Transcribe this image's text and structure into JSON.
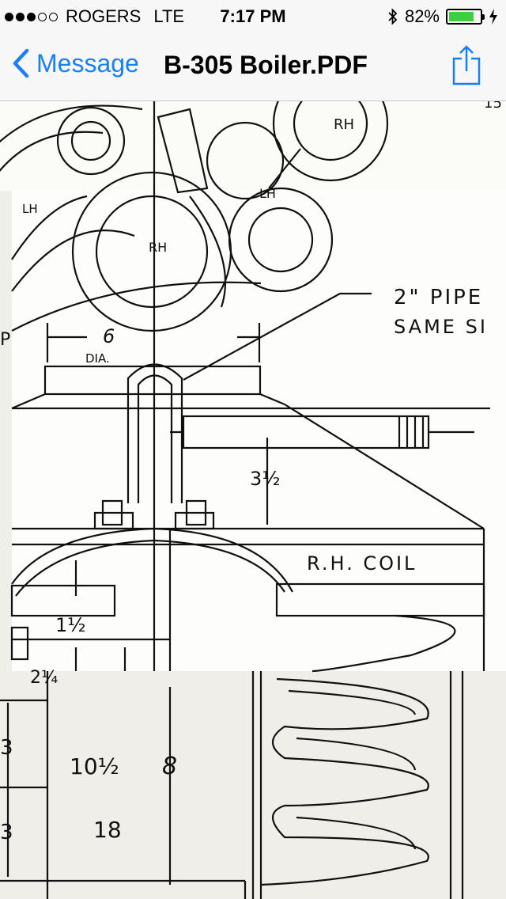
{
  "status_bar": {
    "signal": {
      "filled": 3,
      "total": 5
    },
    "carrier": "ROGERS",
    "network": "LTE",
    "time": "7:17 PM",
    "battery": {
      "percent_label": "82%",
      "level": 0.82,
      "color": "#3ccf42"
    }
  },
  "nav": {
    "back_label": "Message",
    "title": "B-305 Boiler.PDF",
    "accent": "#1a7ef5"
  },
  "drawing": {
    "labels": {
      "rh_top": "RH",
      "lh_top": "LH",
      "lh_left": "LH",
      "rh_center": "RH",
      "pipe_line1": "2\" PIPE",
      "pipe_line2": "SAME SI",
      "dim_6": "6",
      "dia": "DIA.",
      "dim_3_half": "3½",
      "rh_coil": "R.H. COIL",
      "dim_1_half": "1½",
      "dim_2_quarter": "2¼",
      "dim_3a": "3",
      "dim_10_half": "10½",
      "dim_8": "8",
      "dim_3b": "3",
      "dim_18": "18",
      "edge_p": "P",
      "edge_15": "15"
    }
  }
}
